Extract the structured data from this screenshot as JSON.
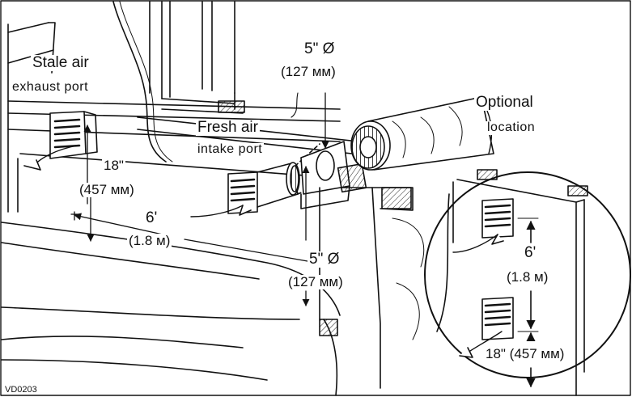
{
  "labels": {
    "stale_air_1": "Stale air",
    "stale_air_2": "exhaust port",
    "fresh_air_1": "Fresh air",
    "fresh_air_2": "intake port",
    "duct_top_dia": "5\" Ø",
    "duct_top_mm": "(127 мм)",
    "optional_1": "Optional",
    "optional_2": "location",
    "left_inch": "18\"",
    "left_mm": "(457 мм)",
    "left_ft": "6'",
    "left_m": "(1.8 м)",
    "duct_bot_dia": "5\" Ø",
    "duct_bot_mm": "(127 мм)",
    "inset_ft": "6'",
    "inset_m": "(1.8 м)",
    "inset_inch_mm": "18\" (457 мм)",
    "drawing_code": "VD0203"
  }
}
